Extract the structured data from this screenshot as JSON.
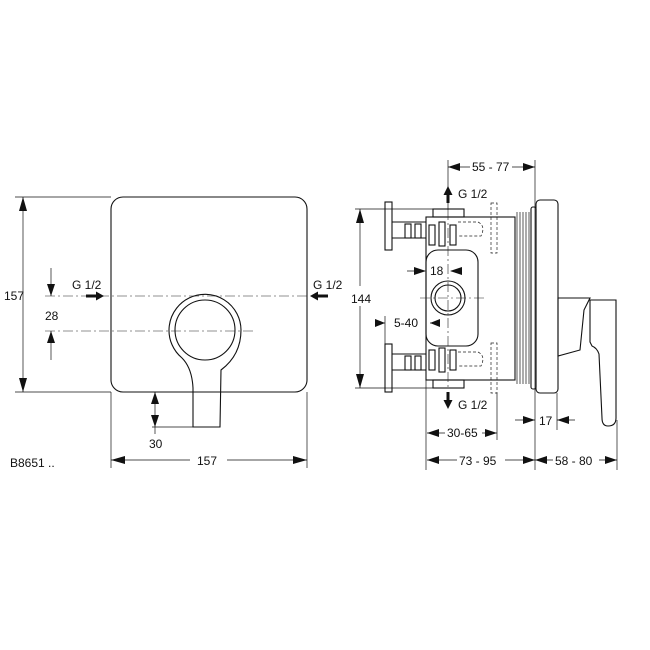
{
  "model_code": "B8651 ..",
  "front_view": {
    "height": "157",
    "width": "157",
    "inlet_left": "G 1/2",
    "inlet_right": "G 1/2",
    "offset": "28",
    "handle_projection": "30"
  },
  "side_view": {
    "depth_top": "55 - 77",
    "outlet_top": "G 1/2",
    "outlet_bottom": "G 1/2",
    "height": "144",
    "spindle": "18",
    "range_5_40": "5-40",
    "range_30_65": "30-65",
    "range_73_95": "73 - 95",
    "range_58_80": "58 - 80",
    "plate_depth": "17"
  }
}
